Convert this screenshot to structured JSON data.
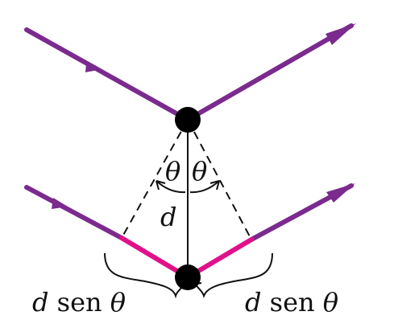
{
  "diagram": {
    "labels": {
      "theta_left": "θ",
      "theta_right": "θ",
      "d": "d",
      "left_d": "d",
      "left_sen": " sen ",
      "left_theta": "θ",
      "right_d": "d",
      "right_sen": " sen ",
      "right_theta": "θ"
    },
    "colors": {
      "ray": "#7b2a8e",
      "path_difference": "#e0118a",
      "line": "#111111",
      "dot": "#000000"
    },
    "elements": {
      "top_scatterer": "atom",
      "bottom_scatterer": "atom",
      "extra_path": "highlighted segment"
    }
  }
}
